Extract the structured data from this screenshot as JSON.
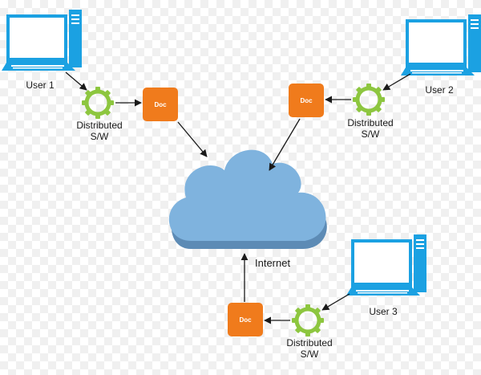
{
  "users": [
    {
      "label": "User 1"
    },
    {
      "label": "User 2"
    },
    {
      "label": "User 3"
    }
  ],
  "software": {
    "line1": "Distributed",
    "line2": "S/W"
  },
  "doc": {
    "label": "Doc"
  },
  "cloud": {
    "label": "Internet"
  },
  "colors": {
    "monitor": "#1ba1e2",
    "gear": "#8dc63f",
    "doc": "#f07b1c",
    "cloud": "#7fb3de",
    "cloud_base": "#5d8bb5",
    "arrow": "#1a1a1a"
  }
}
